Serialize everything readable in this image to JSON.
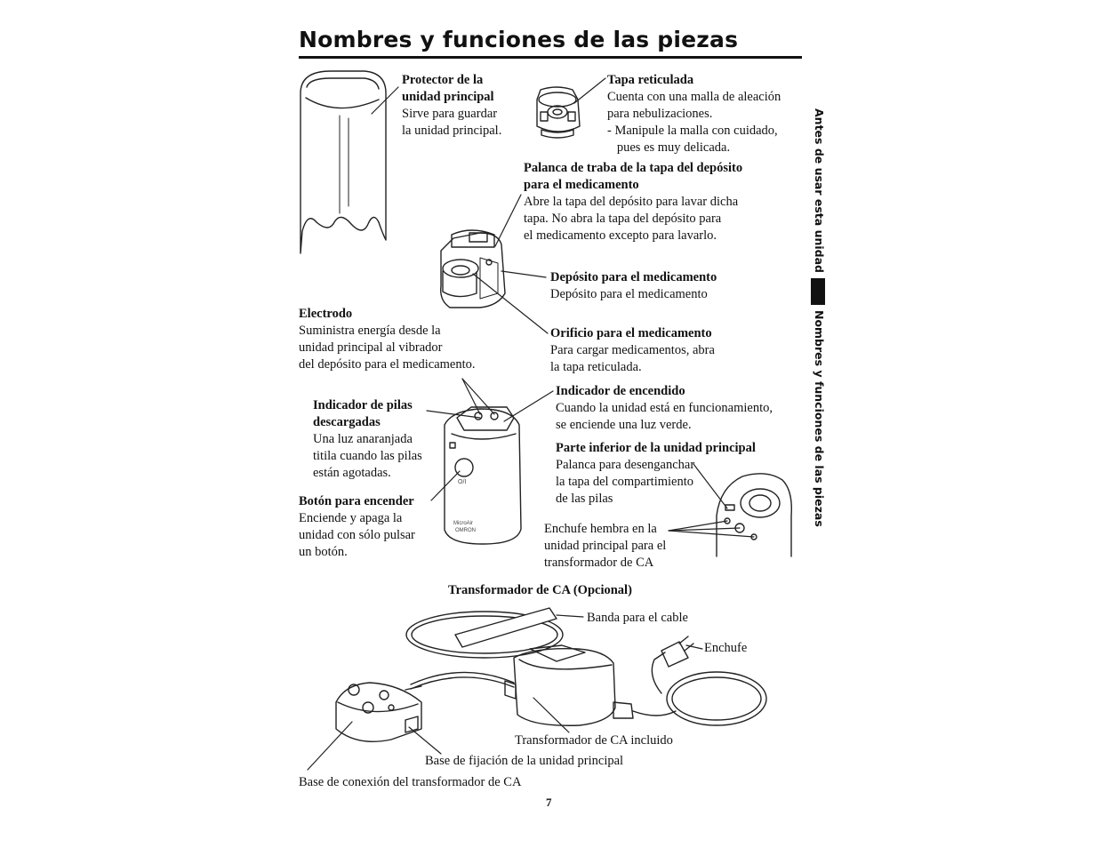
{
  "title": "Nombres y funciones de las piezas",
  "side_tab": {
    "section": "Antes de usar esta unidad",
    "current": "Nombres y funciones de las piezas"
  },
  "parts": {
    "protector": {
      "name": [
        "Protector de la",
        "unidad principal"
      ],
      "desc": [
        "Sirve para guardar",
        "la unidad principal."
      ]
    },
    "tapa": {
      "name": [
        "Tapa reticulada"
      ],
      "desc": [
        "Cuenta con una malla de aleación",
        "para nebulizaciones.",
        "- Manipule la malla con cuidado,",
        "   pues es muy delicada."
      ]
    },
    "palanca": {
      "name": [
        "Palanca de traba de la tapa del depósito",
        "para el medicamento"
      ],
      "desc": [
        "Abre la tapa del depósito para lavar dicha",
        "tapa. No abra la tapa del depósito para",
        "el medicamento excepto para lavarlo."
      ]
    },
    "deposito": {
      "name": [
        "Depósito para el medicamento"
      ],
      "desc": [
        "Depósito para el medicamento"
      ]
    },
    "electrodo": {
      "name": [
        "Electrodo"
      ],
      "desc": [
        "Suministra energía desde la",
        "unidad principal al vibrador",
        "del depósito para el medicamento."
      ]
    },
    "orificio": {
      "name": [
        "Orificio para el medicamento"
      ],
      "desc": [
        "Para cargar medicamentos, abra",
        "la tapa reticulada."
      ]
    },
    "indicador_pilas": {
      "name": [
        "Indicador de pilas",
        "descargadas"
      ],
      "desc": [
        "Una luz anaranjada",
        "titila cuando las pilas",
        "están agotadas."
      ]
    },
    "indicador_encendido": {
      "name": [
        "Indicador de encendido"
      ],
      "desc": [
        "Cuando la unidad está en funcionamiento,",
        "se enciende una luz verde."
      ]
    },
    "parte_inferior": {
      "name": [
        "Parte inferior de la unidad principal"
      ],
      "desc": [
        "Palanca para desenganchar",
        "la tapa del compartimiento",
        "de las pilas"
      ]
    },
    "boton": {
      "name": [
        "Botón para encender"
      ],
      "desc": [
        "Enciende y apaga la",
        "unidad con sólo pulsar",
        "un botón."
      ]
    },
    "enchufe_hembra": {
      "name": [],
      "desc": [
        "Enchufe hembra en la",
        "unidad principal para el",
        "transformador de CA"
      ]
    }
  },
  "device_labels": {
    "power": "O/I",
    "brand": "OMRON",
    "model": "MicroAir"
  },
  "transformer": {
    "heading": "Transformador de CA (Opcional)",
    "labels": {
      "banda": "Banda para el cable",
      "enchufe": "Enchufe",
      "incluido": "Transformador de CA incluido",
      "base_fijacion": "Base de fijación de la unidad principal",
      "base_conexion": "Base de conexión del transformador de CA"
    }
  },
  "page_number": "7"
}
